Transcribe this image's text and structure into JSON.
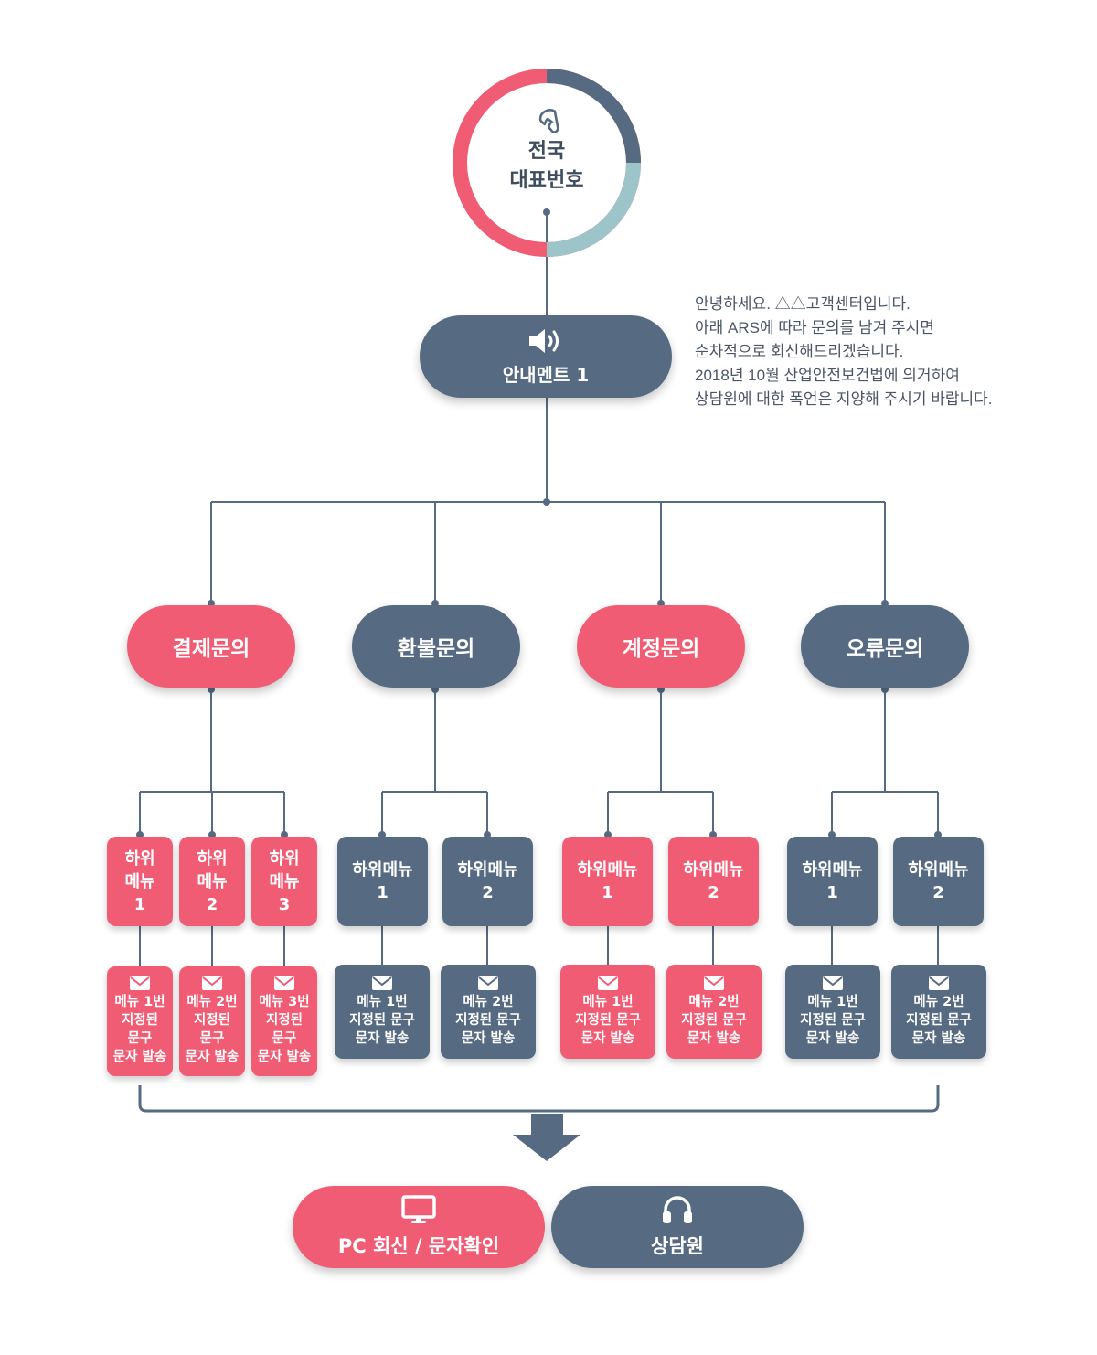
{
  "colors": {
    "red": "#ef5c74",
    "navy": "#566a82",
    "teal": "#9cc4c9",
    "line": "#566a82"
  },
  "center": {
    "icon": "phone-icon",
    "line1": "전국",
    "line2": "대표번호"
  },
  "announcement": {
    "icon": "speaker-icon",
    "label": "안내멘트 1"
  },
  "intro_text": [
    "안녕하세요. △△고객센터입니다.",
    "아래 ARS에 따라 문의를 남겨 주시면",
    "순차적으로 회신해드리겠습니다.",
    "2018년 10월 산업안전보건법에 의거하여",
    "상담원에 대한 폭언은 지양해 주시기 바랍니다."
  ],
  "categories": [
    {
      "label": "결제문의",
      "color": "red",
      "submenus": [
        {
          "label": "하위\n메뉴\n1",
          "message": "메뉴 1번\n지정된\n문구\n문자 발송"
        },
        {
          "label": "하위\n메뉴\n2",
          "message": "메뉴 2번\n지정된\n문구\n문자 발송"
        },
        {
          "label": "하위\n메뉴\n3",
          "message": "메뉴 3번\n지정된\n문구\n문자 발송"
        }
      ]
    },
    {
      "label": "환불문의",
      "color": "navy",
      "submenus": [
        {
          "label": "하위메뉴\n1",
          "message": "메뉴 1번\n지정된 문구\n문자 발송"
        },
        {
          "label": "하위메뉴\n2",
          "message": "메뉴 2번\n지정된 문구\n문자 발송"
        }
      ]
    },
    {
      "label": "계정문의",
      "color": "red",
      "submenus": [
        {
          "label": "하위메뉴\n1",
          "message": "메뉴 1번\n지정된 문구\n문자 발송"
        },
        {
          "label": "하위메뉴\n2",
          "message": "메뉴 2번\n지정된 문구\n문자 발송"
        }
      ]
    },
    {
      "label": "오류문의",
      "color": "navy",
      "submenus": [
        {
          "label": "하위메뉴\n1",
          "message": "메뉴 1번\n지정된 문구\n문자 발송"
        },
        {
          "label": "하위메뉴\n2",
          "message": "메뉴 2번\n지정된 문구\n문자 발송"
        }
      ]
    }
  ],
  "message_icon": "envelope-icon",
  "outcomes": [
    {
      "label": "PC 회신 / 문자확인",
      "icon": "monitor-icon",
      "color": "red"
    },
    {
      "label": "상담원",
      "icon": "headset-icon",
      "color": "navy"
    }
  ]
}
